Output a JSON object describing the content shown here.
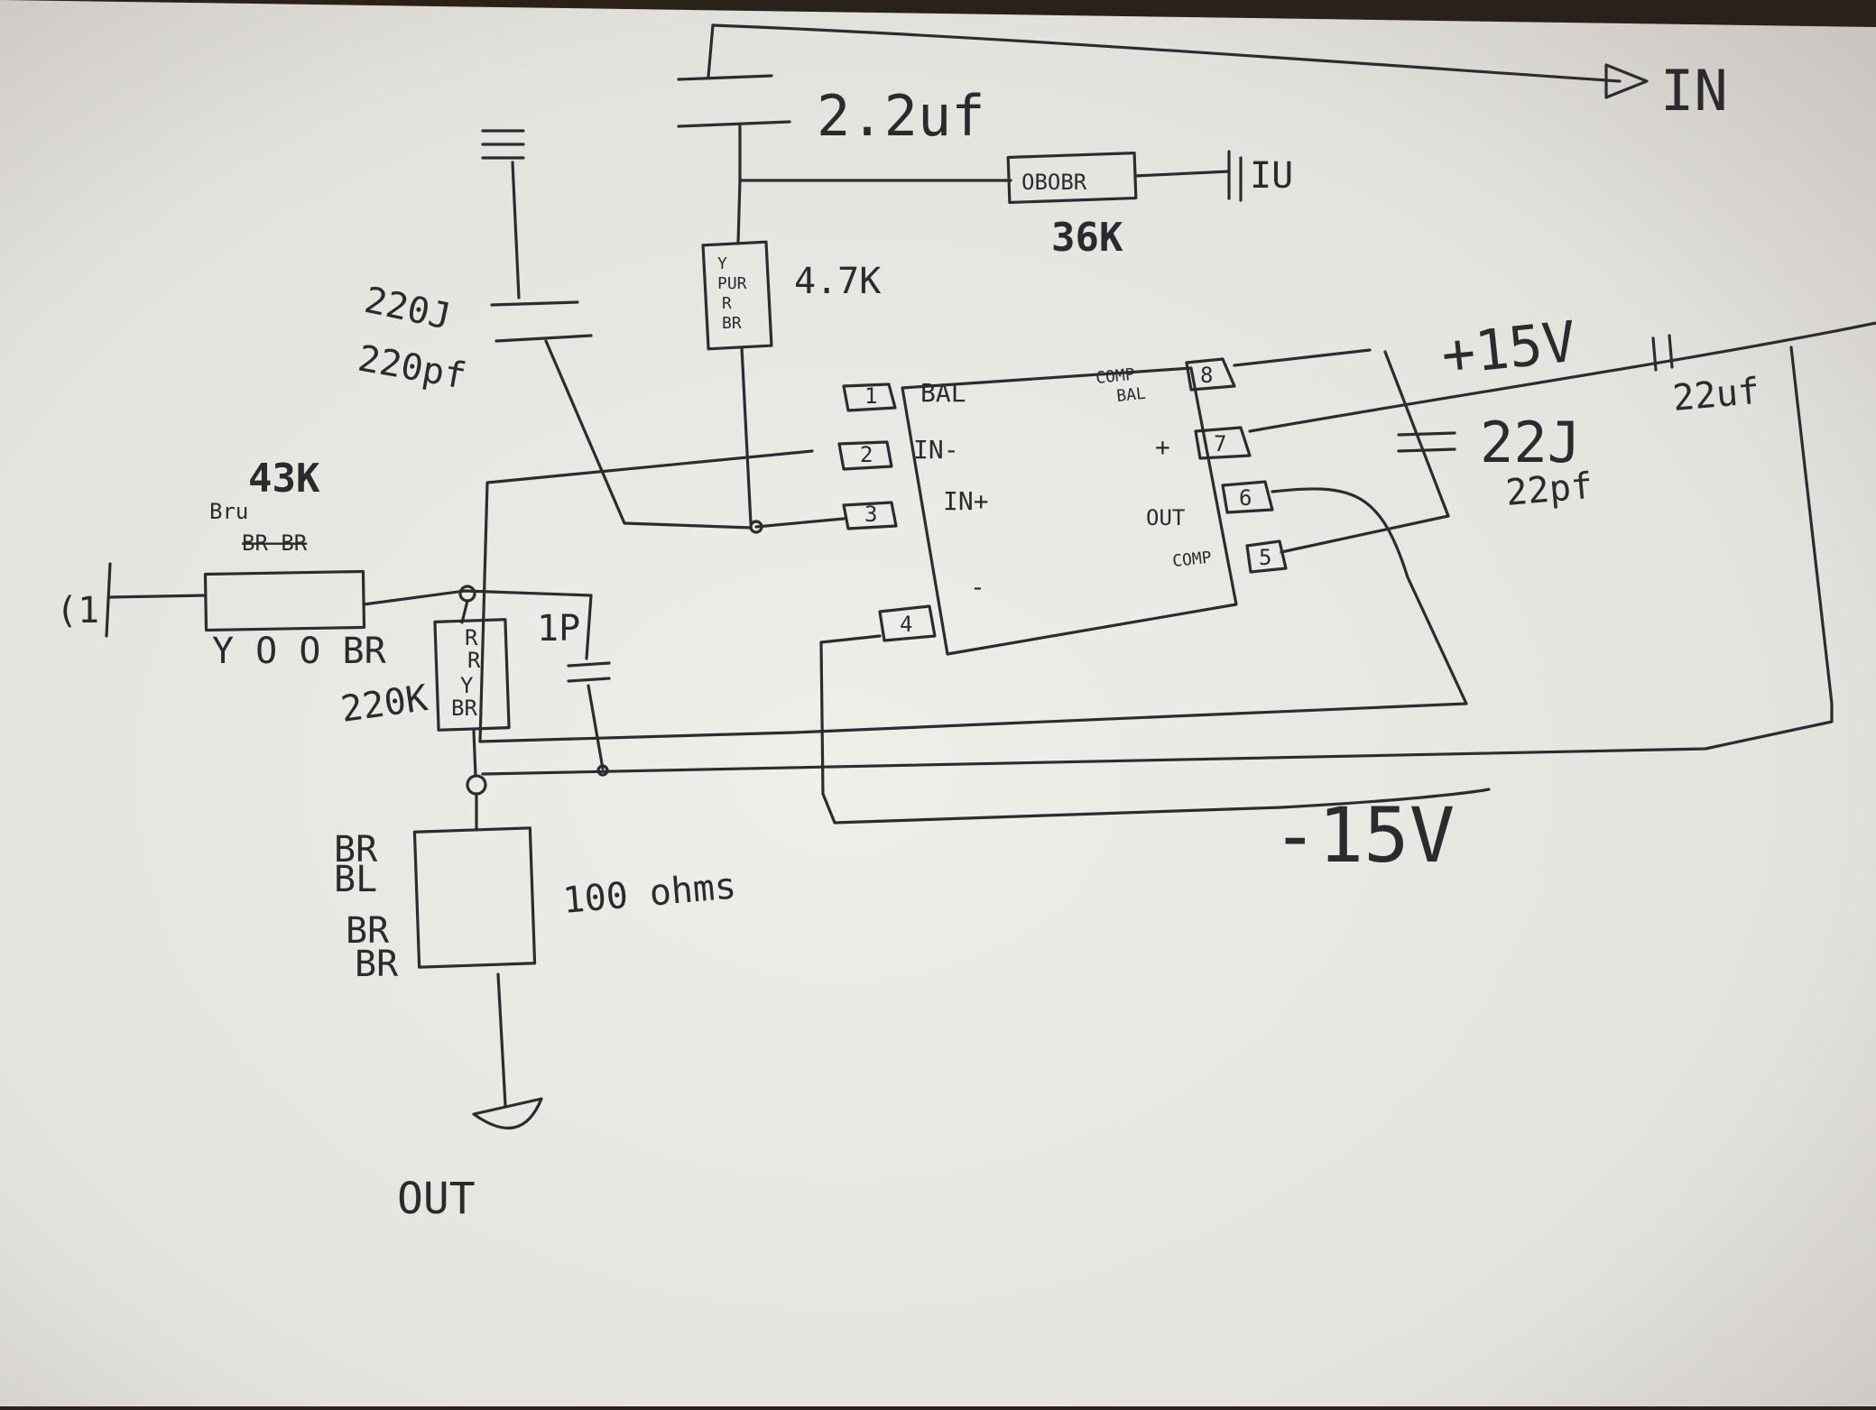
{
  "labels": {
    "in": "IN",
    "out": "OUT",
    "vpos": "+15V",
    "vneg": "-15V",
    "c_top_value": "2.2uf",
    "r_top_code": "OBOBR",
    "r_top_value": "36K",
    "r_47k_code_1": "Y",
    "r_47k_code_2": "PUR",
    "r_47k_code_3": "R",
    "r_47k_code_4": "BR",
    "r_47k_value": "4.7K",
    "c_220_code": "220J",
    "c_220_value": "220pf",
    "r_input_value": "43K",
    "r_input_code_1": "Bru",
    "r_input_code_2": "BR BR",
    "r_input_code_3": "Y O O BR",
    "r_220k_code_1": "R",
    "r_220k_code_2": "R",
    "r_220k_code_3": "Y",
    "r_220k_code_4": "BR",
    "r_220k_value": "220K",
    "c_1p": "1P",
    "r_100_code_1": "BR",
    "r_100_code_2": "BL",
    "r_100_code_3": "BR",
    "r_100_code_4": "BR",
    "r_100_value": "100 ohms",
    "c_22j_code": "22J",
    "c_22j_value": "22pf",
    "c_22uf": "22uf"
  },
  "opamp": {
    "pins": [
      "1",
      "2",
      "3",
      "4",
      "5",
      "6",
      "7",
      "8"
    ],
    "pin_labels": {
      "bal": "BAL",
      "in_minus": "IN-",
      "in_plus": "IN+",
      "minus": "-",
      "comp_bal_1": "COMP",
      "comp_bal_2": "BAL",
      "plus": "+",
      "out": "OUT",
      "comp": "COMP"
    }
  },
  "colors": {
    "paper": "#ecebe7",
    "ink": "#2e2b30",
    "background": "#2a211c"
  }
}
